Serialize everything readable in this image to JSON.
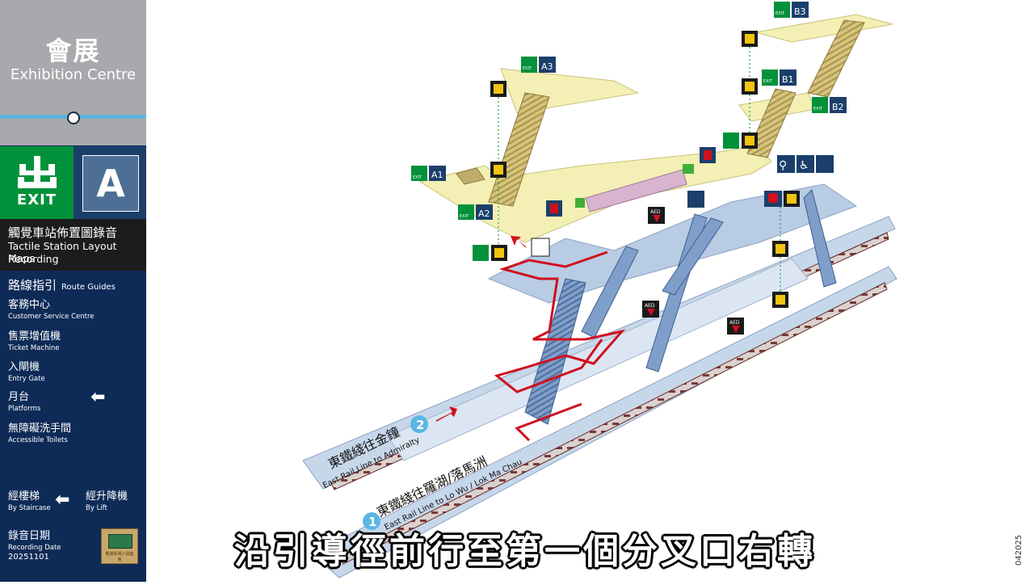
{
  "station": {
    "name_zh": "會展",
    "name_en": "Exhibition Centre"
  },
  "exit": {
    "word": "EXIT",
    "letter": "A"
  },
  "title": {
    "zh": "觸覺車站佈置圖錄音",
    "en_line1": "Tactile Station Layout Maps",
    "en_line2": "Recording"
  },
  "route_guides": {
    "zh": "路線指引",
    "en": "Route Guides"
  },
  "menu": [
    {
      "zh": "客務中心",
      "en": "Customer Service Centre"
    },
    {
      "zh": "售票增值機",
      "en": "Ticket Machine"
    },
    {
      "zh": "入閘機",
      "en": "Entry Gate"
    },
    {
      "zh": "月台",
      "en": "Platforms"
    },
    {
      "zh": "無障礙洗手間",
      "en": "Accessible Toilets"
    }
  ],
  "bottom": {
    "staircase": {
      "zh": "經樓梯",
      "en": "By Staircase"
    },
    "lift": {
      "zh": "經升降機",
      "en": "By Lift"
    },
    "recording_date": {
      "zh": "錄音日期",
      "en": "Recording Date",
      "value": "20251101"
    },
    "logo_text": "香港失明人協進會"
  },
  "map": {
    "exit_labels": [
      "A1",
      "A2",
      "A3",
      "B1",
      "B2",
      "B3"
    ],
    "platform2": {
      "number": "2",
      "zh": "東鐵綫往金鐘",
      "en": "East Rail Line to Admiralty"
    },
    "platform1": {
      "number": "1",
      "zh": "東鐵綫往羅湖/落馬洲",
      "en": "East Rail Line to Lo Wu / Lok Ma Chau"
    },
    "aed": "AED",
    "exit_word": "EXIT"
  },
  "subtitle": "沿引導徑前行至第一個分叉口右轉",
  "code": "042025"
}
